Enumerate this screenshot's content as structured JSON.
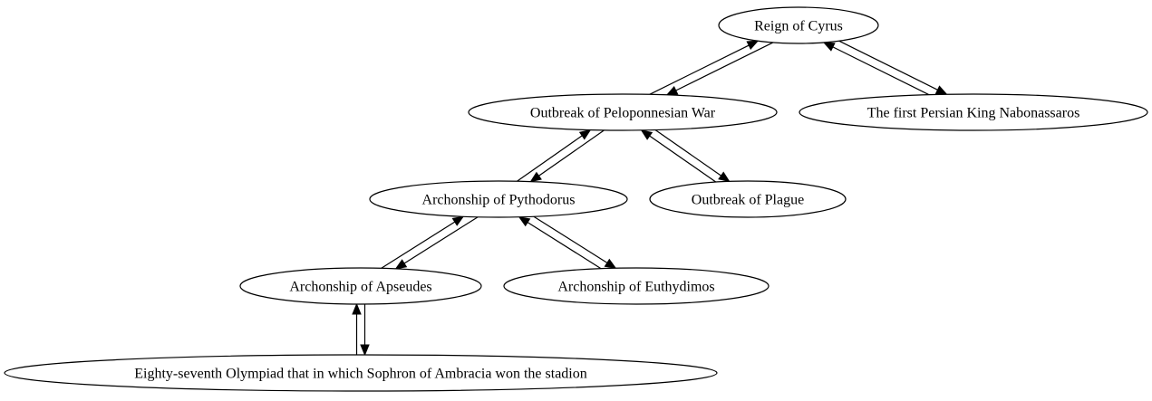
{
  "nodes": [
    {
      "id": "cyrus",
      "label": "Reign of Cyrus"
    },
    {
      "id": "pelop",
      "label": "Outbreak of Peloponnesian War"
    },
    {
      "id": "nabon",
      "label": "The first Persian King Nabonassaros"
    },
    {
      "id": "pytho",
      "label": "Archonship of Pythodorus"
    },
    {
      "id": "plague",
      "label": "Outbreak of Plague"
    },
    {
      "id": "apseu",
      "label": "Archonship of Apseudes"
    },
    {
      "id": "euthy",
      "label": "Archonship of Euthydimos"
    },
    {
      "id": "olymp",
      "label": "Eighty-seventh Olympiad that in which Sophron of Ambracia won the stadion"
    }
  ],
  "edges": [
    {
      "from": "cyrus",
      "to": "pelop"
    },
    {
      "from": "pelop",
      "to": "cyrus"
    },
    {
      "from": "cyrus",
      "to": "nabon"
    },
    {
      "from": "nabon",
      "to": "cyrus"
    },
    {
      "from": "pelop",
      "to": "pytho"
    },
    {
      "from": "pytho",
      "to": "pelop"
    },
    {
      "from": "pelop",
      "to": "plague"
    },
    {
      "from": "plague",
      "to": "pelop"
    },
    {
      "from": "pytho",
      "to": "apseu"
    },
    {
      "from": "apseu",
      "to": "pytho"
    },
    {
      "from": "pytho",
      "to": "euthy"
    },
    {
      "from": "euthy",
      "to": "pytho"
    },
    {
      "from": "apseu",
      "to": "olymp"
    },
    {
      "from": "olymp",
      "to": "apseu"
    }
  ]
}
